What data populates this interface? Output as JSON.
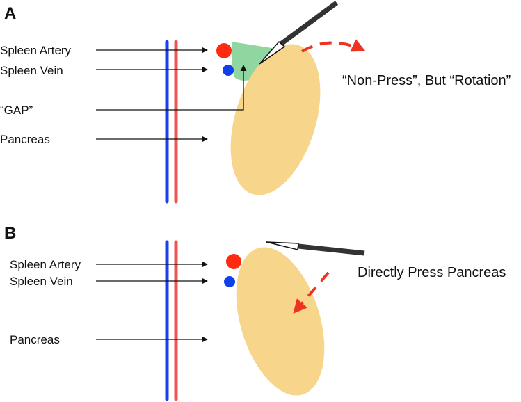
{
  "colors": {
    "artery": "#ff2a10",
    "vein": "#1040ee",
    "vessel_blue": "#1a3ff0",
    "vessel_red": "#f05555",
    "pancreas": "#f7d58a",
    "gap": "#8fd6a0",
    "arrow_red": "#ee3322",
    "instrument": "#333333",
    "text": "#111111"
  },
  "panel_a": {
    "letter": "A",
    "labels": {
      "artery": "Spleen Artery",
      "vein": "Spleen Vein",
      "gap": "“GAP”",
      "pancreas": "Pancreas"
    },
    "note": "“Non-Press”, But “Rotation”"
  },
  "panel_b": {
    "letter": "B",
    "labels": {
      "artery": "Spleen Artery",
      "vein": "Spleen Vein",
      "pancreas": "Pancreas"
    },
    "note": "Directly Press Pancreas"
  }
}
